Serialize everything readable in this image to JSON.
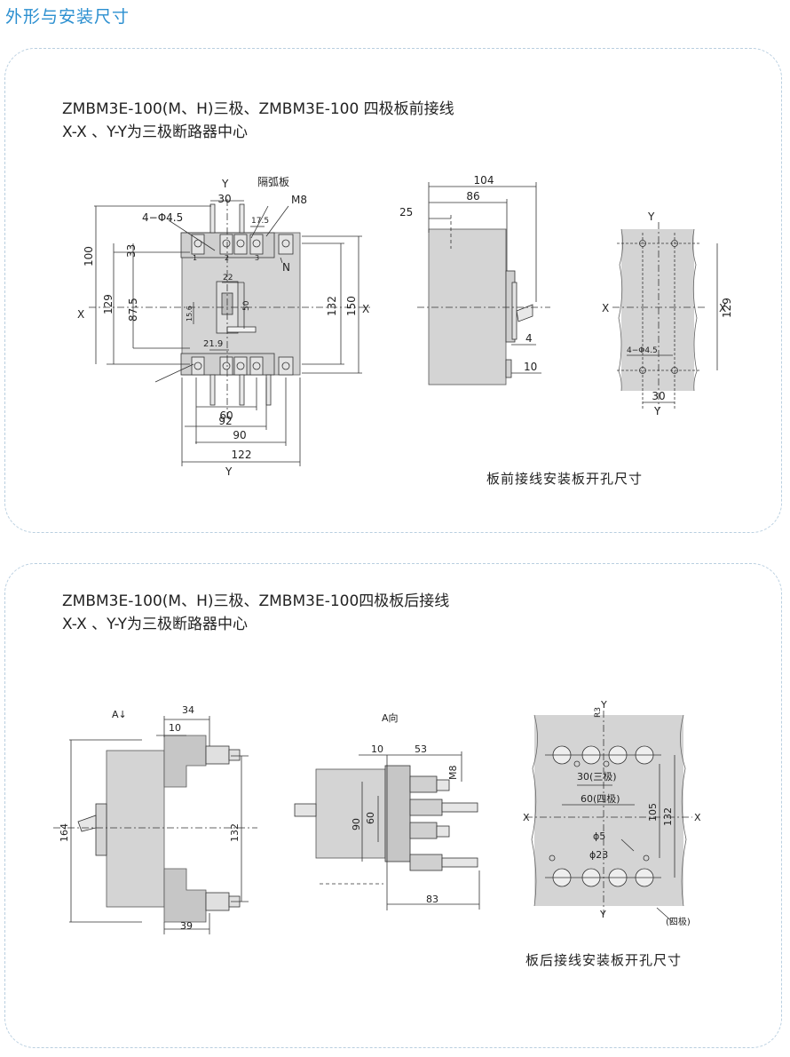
{
  "page_title": "外形与安装尺寸",
  "section1": {
    "title_line1": "ZMBM3E-100(M、H)三极、ZMBM3E-100 四极板前接线",
    "title_line2": "X-X 、Y-Y为三极断路器中心",
    "caption": "板前接线安装板开孔尺寸",
    "front_view": {
      "label_y_top": "Y",
      "label_y_bottom": "Y",
      "label_x_left": "X",
      "label_x_right": "X",
      "label_arc_plate": "隔弧板",
      "label_m8": "M8",
      "label_holes": "4−Φ4.5",
      "label_n": "N",
      "terminal_1": "1",
      "terminal_2": "2",
      "terminal_3": "3",
      "dim_30": "30",
      "dim_17_5": "17.5",
      "dim_100": "100",
      "dim_33": "33",
      "dim_129": "129",
      "dim_87_5": "87.5",
      "dim_22": "22",
      "dim_50": "50",
      "dim_15_6": "15.6",
      "dim_21_9": "21.9",
      "dim_132": "132",
      "dim_150": "150",
      "dim_60": "60",
      "dim_92": "92",
      "dim_90": "90",
      "dim_122": "122"
    },
    "side_view": {
      "dim_104": "104",
      "dim_86": "86",
      "dim_25": "25",
      "dim_4": "4",
      "dim_10": "10"
    },
    "cutout_view": {
      "label_y_top": "Y",
      "label_y_bottom": "Y",
      "label_x_left": "X",
      "label_x_right": "X",
      "label_holes": "4−Φ4.5",
      "dim_129": "129",
      "dim_30": "30"
    }
  },
  "section2": {
    "title_line1": "ZMBM3E-100(M、H)三极、ZMBM3E-100四极板后接线",
    "title_line2": "X-X 、Y-Y为三极断路器中心",
    "caption": "板后接线安装板开孔尺寸",
    "side_view": {
      "label_a_arrow": "A↓",
      "dim_34": "34",
      "dim_10": "10",
      "dim_164": "164",
      "dim_132": "132",
      "dim_39": "39"
    },
    "a_view": {
      "label_a_dir": "A向",
      "dim_10": "10",
      "dim_53": "53",
      "label_m8": "M8",
      "dim_90": "90",
      "dim_60": "60",
      "dim_83": "83"
    },
    "cutout_view": {
      "label_r3": "R3",
      "label_y_top": "Y",
      "label_y_bottom": "Y",
      "label_x_left": "X",
      "label_x_right": "X",
      "dim_30_3p": "30(三极)",
      "dim_60_4p": "60(四极)",
      "dim_105": "105",
      "dim_132": "132",
      "dim_phi5": "ϕ5",
      "dim_phi23": "ϕ23",
      "label_4p": "(四极)"
    }
  },
  "colors": {
    "title_blue": "#2b8fd0",
    "body_gray": "#d4d4d4",
    "panel_border": "#b9cfe0"
  }
}
